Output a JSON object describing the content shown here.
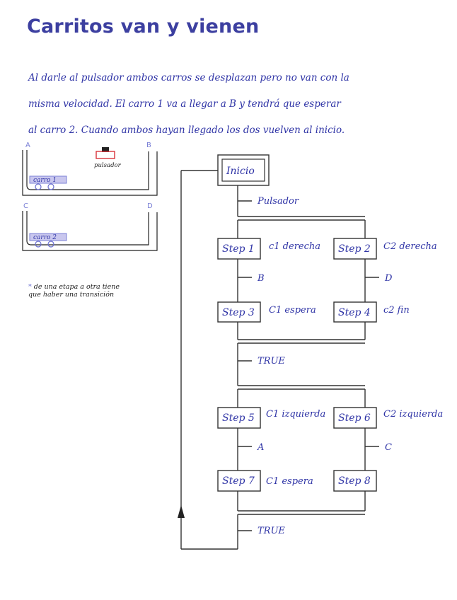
{
  "title": "Carritos van y vienen",
  "description": [
    "Al darle al pulsador ambos carros se desplazan pero no van con la",
    "misma velocidad. El carro 1 va a llegar a B y tendrá que esperar",
    "al carro 2. Cuando ambos hayan llegado los dos vuelven al inicio."
  ],
  "layout_sketch": {
    "corner_a": "A",
    "corner_b": "B",
    "corner_c": "C",
    "corner_d": "D",
    "pulsador_label": "pulsador",
    "cart1_label": "carro 1",
    "cart2_label": "carro 2",
    "cart_color": "#c9c7ee",
    "button_color": "#d8333a"
  },
  "note": {
    "bullet": "*",
    "text": "de una etapa a otra tiene que haber una transición"
  },
  "grafcet": {
    "initial_step": "Inicio",
    "t_pulsador": "Pulsador",
    "step1": "Step 1",
    "step1_action": "c1 derecha",
    "step2": "Step 2",
    "step2_action": "C2 derecha",
    "t_b": "B",
    "t_d": "D",
    "step3": "Step 3",
    "step3_action": "C1 espera",
    "step4": "Step 4",
    "step4_action": "c2 fin",
    "t_true1": "TRUE",
    "step5": "Step 5",
    "step5_action": "C1 izquierda",
    "step6": "Step 6",
    "step6_action": "C2 izquierda",
    "t_a": "A",
    "t_c": "C",
    "step7": "Step 7",
    "step7_action": "C1 espera",
    "step8": "Step 8",
    "t_true2": "TRUE"
  },
  "colors": {
    "title": "#3c3fa0",
    "handwriting": "#2f34a6",
    "diagram_lines": "#333333"
  }
}
